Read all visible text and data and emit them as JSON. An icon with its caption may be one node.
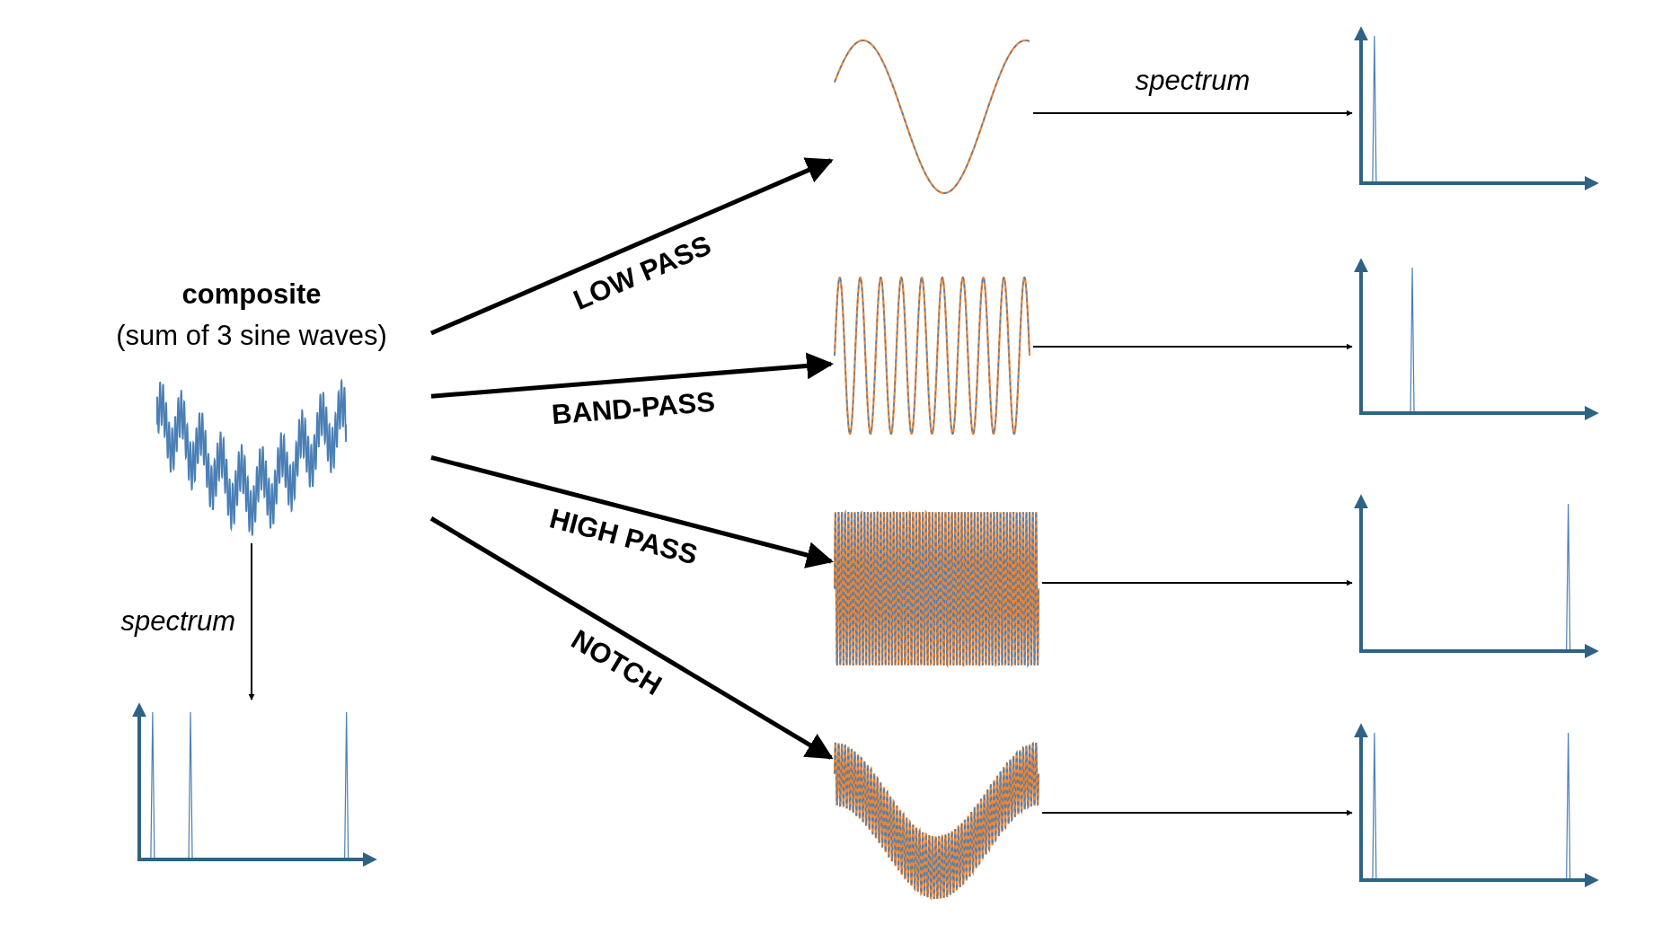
{
  "diagram": {
    "nodes": [
      {
        "text": [
          "composite",
          "(sum of 3 sine waves)"
        ]
      },
      {
        "text": [],
        "shape": "picture"
      },
      {
        "text": [],
        "shape": "picture"
      },
      {
        "text": [],
        "shape": "picture"
      },
      {
        "text": [],
        "shape": "picture"
      },
      {
        "text": [],
        "shape": "picture"
      },
      {
        "text": [],
        "shape": "picture"
      },
      {
        "text": [],
        "shape": "picture"
      },
      {
        "text": [],
        "shape": "picture"
      },
      {
        "text": [],
        "shape": "picture"
      }
    ],
    "edges": [
      {
        "from": 0,
        "to": 1,
        "arrow": "to",
        "label": "LOW PASS",
        "style": "thick"
      },
      {
        "from": 0,
        "to": 2,
        "arrow": "to",
        "label": "BAND-PASS",
        "style": "thick"
      },
      {
        "from": 0,
        "to": 3,
        "arrow": "to",
        "label": "HIGH PASS",
        "style": "thick"
      },
      {
        "from": 0,
        "to": 4,
        "arrow": "to",
        "label": "NOTCH",
        "style": "thick"
      },
      {
        "from": 1,
        "to": 5,
        "arrow": "to",
        "label": "spectrum"
      },
      {
        "from": 2,
        "to": 6,
        "arrow": "to"
      },
      {
        "from": 3,
        "to": 7,
        "arrow": "to"
      },
      {
        "from": 4,
        "to": 8,
        "arrow": "to"
      },
      {
        "from": 0,
        "to": 9,
        "arrow": "to",
        "label": "spectrum"
      }
    ]
  }
}
